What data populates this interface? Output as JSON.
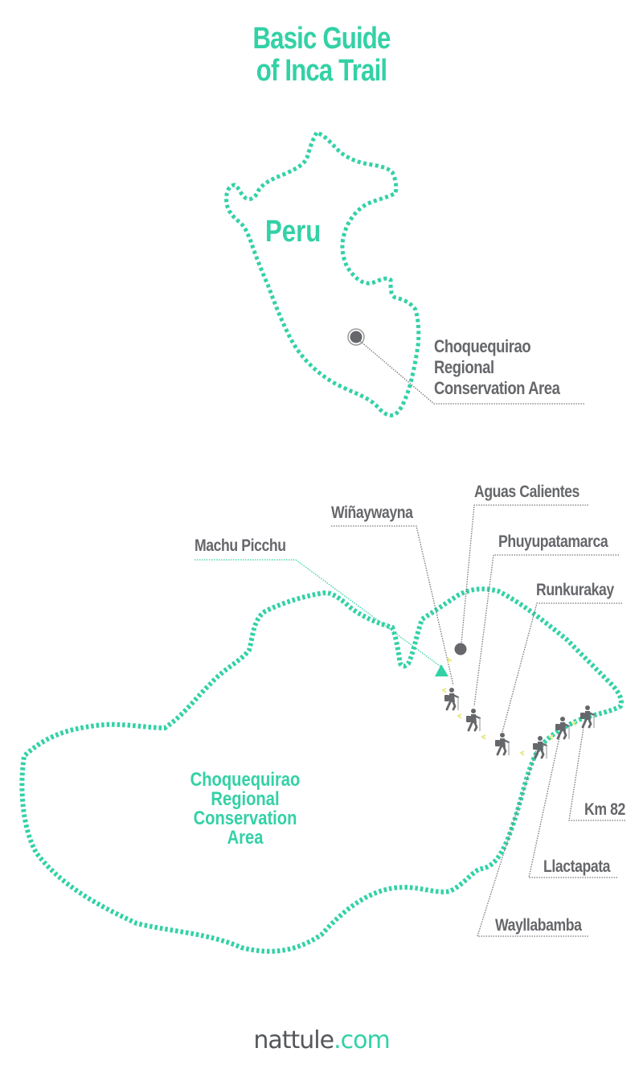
{
  "title": {
    "line1": "Basic Guide",
    "line2": "of Inca Trail"
  },
  "colors": {
    "accent": "#33d1a6",
    "text_gray": "#66676b",
    "marker_gray": "#66676b",
    "chevron_yellow": "#e6e88a",
    "leader_gray": "#777777"
  },
  "peru_map": {
    "country_label": "Peru",
    "location_marker": "Choquequirao Regional Conservation Area",
    "location_label": {
      "line1": "Choquequirao",
      "line2": "Regional",
      "line3": "Conservation Area"
    }
  },
  "trail_map": {
    "region_label": {
      "line1": "Choquequirao",
      "line2": "Regional",
      "line3": "Conservation",
      "line4": "Area"
    },
    "stops": [
      {
        "name": "Aguas Calientes",
        "marker": "gray-dot"
      },
      {
        "name": "Wiñaywayna",
        "marker": "hiker-icon"
      },
      {
        "name": "Machu Picchu",
        "marker": "green-triangle"
      },
      {
        "name": "Phuyupatamarca",
        "marker": "hiker-icon"
      },
      {
        "name": "Runkurakay",
        "marker": "hiker-icon"
      },
      {
        "name": "Km 82",
        "marker": "hiker-icon"
      },
      {
        "name": "Llactapata",
        "marker": "hiker-icon"
      },
      {
        "name": "Wayllabamba",
        "marker": "hiker-icon"
      }
    ]
  },
  "footer": {
    "brand_part1": "nattule",
    "brand_part2": ".com"
  }
}
